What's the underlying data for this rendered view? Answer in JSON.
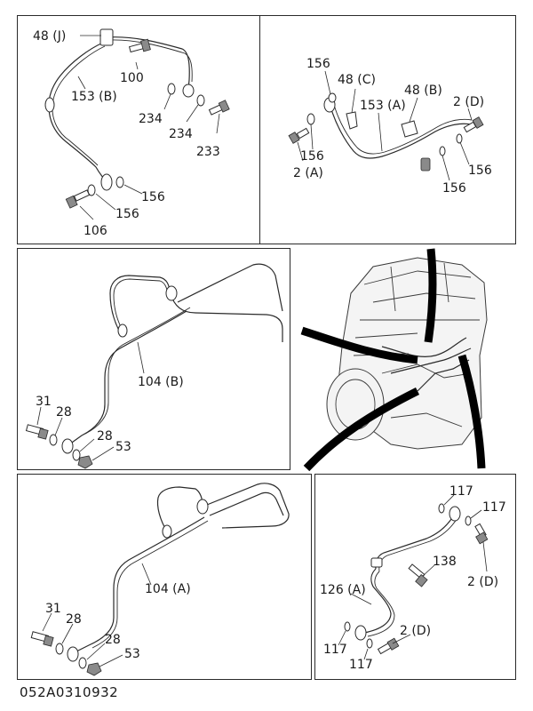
{
  "drawing_code": "052A0310932",
  "panel_1": {
    "labels": [
      "48 (J)",
      "100",
      "153 (B)",
      "234",
      "234",
      "233",
      "156",
      "156",
      "106"
    ]
  },
  "panel_2": {
    "labels": [
      "156",
      "48 (C)",
      "48 (B)",
      "153 (A)",
      "2 (D)",
      "156",
      "2 (A)",
      "156",
      "156"
    ]
  },
  "panel_3": {
    "labels": [
      "104 (B)",
      "31",
      "28",
      "28",
      "53"
    ]
  },
  "panel_5": {
    "labels": [
      "104 (A)",
      "31",
      "28",
      "28",
      "53"
    ]
  },
  "panel_6": {
    "labels": [
      "117",
      "117",
      "138",
      "2 (D)",
      "126 (A)",
      "2 (D)",
      "117",
      "117"
    ]
  }
}
